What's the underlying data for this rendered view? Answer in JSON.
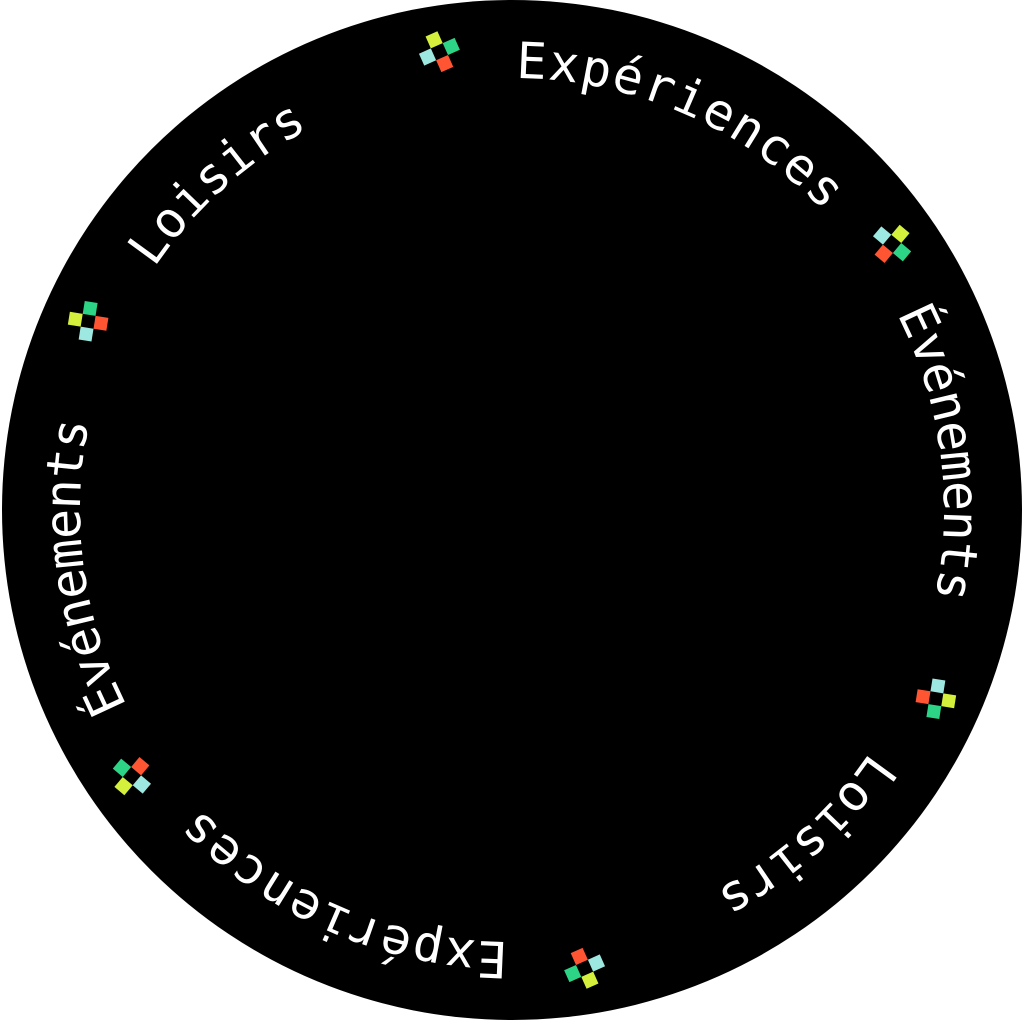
{
  "badge": {
    "words": [
      "Expériences",
      "Événements",
      "Loisirs",
      "Expériences",
      "Événements",
      "Loisirs"
    ],
    "icon": "four-square-cross-icon",
    "colors": {
      "background": "#000000",
      "text": "#ffffff",
      "square_top": "#d4f03c",
      "square_right": "#2ed486",
      "square_bottom": "#ff5533",
      "square_left": "#9de8e0"
    }
  }
}
